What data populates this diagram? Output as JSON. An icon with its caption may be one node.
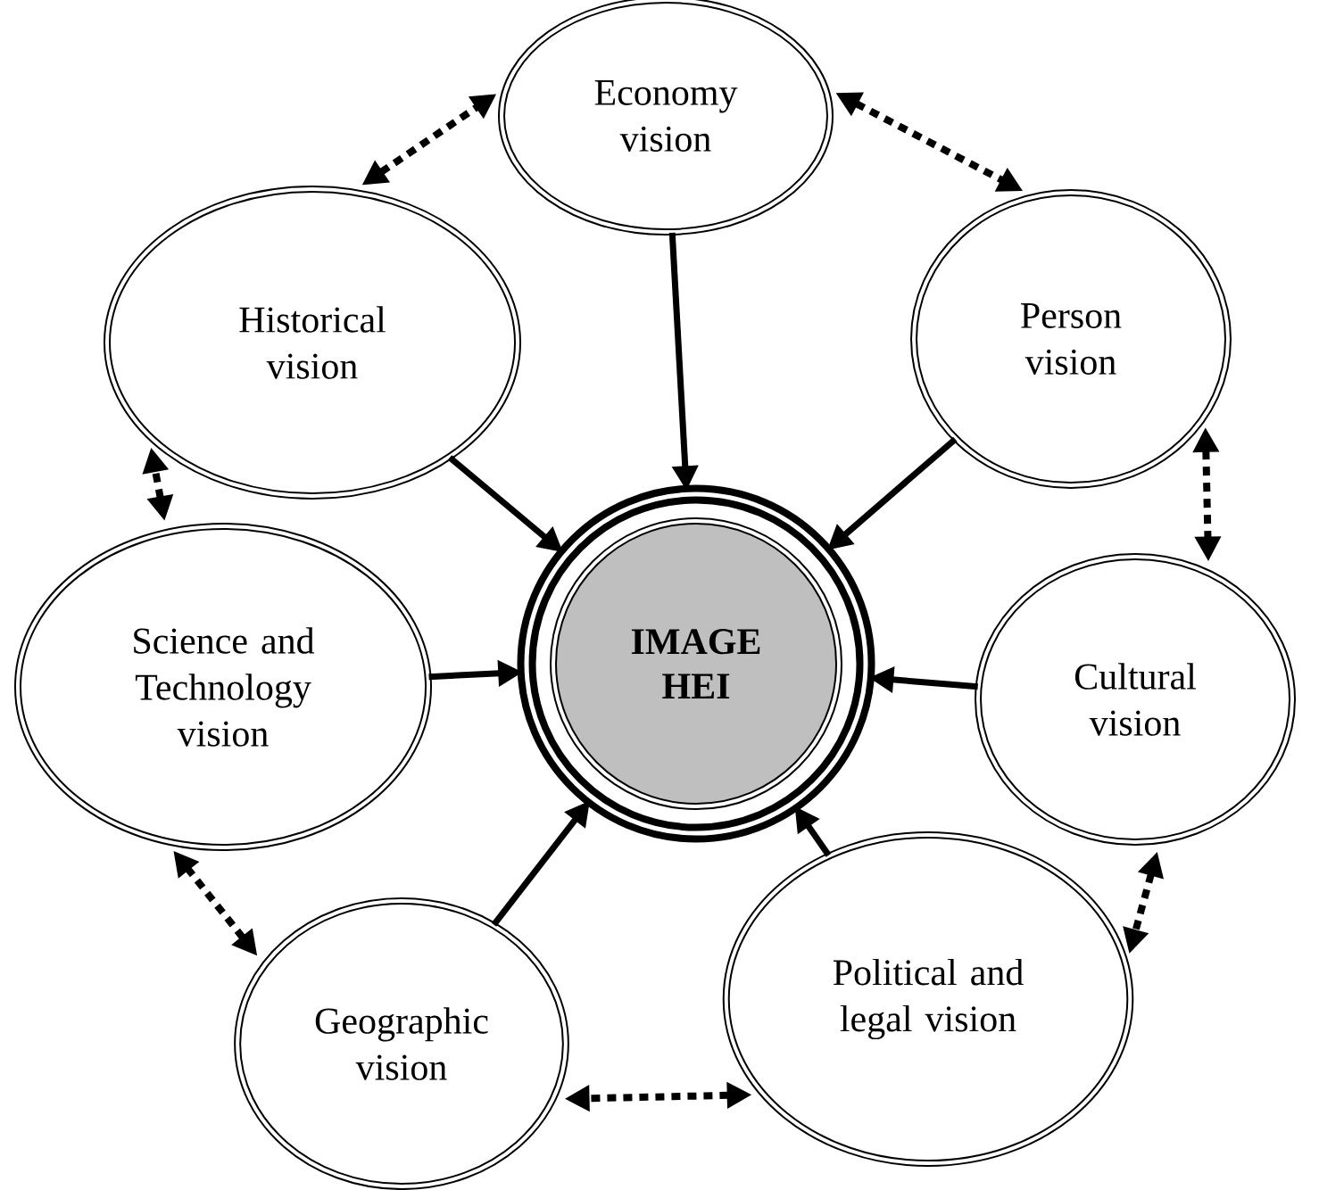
{
  "diagram": {
    "nodes": [
      {
        "text": [
          "IMAGE HEI"
        ]
      },
      {
        "text": [
          "Economy vision"
        ]
      },
      {
        "text": [
          "Person vision"
        ]
      },
      {
        "text": [
          "Cultural vision"
        ]
      },
      {
        "text": [
          "Political and legal vision"
        ]
      },
      {
        "text": [
          "Geographic vision"
        ]
      },
      {
        "text": [
          "Science and Technology vision"
        ]
      },
      {
        "text": [
          "Historical vision"
        ]
      }
    ],
    "edges": [
      {
        "from": 1,
        "to": 0,
        "arrow": "to"
      },
      {
        "from": 2,
        "to": 0,
        "arrow": "to"
      },
      {
        "from": 3,
        "to": 0,
        "arrow": "to"
      },
      {
        "from": 4,
        "to": 0,
        "arrow": "to"
      },
      {
        "from": 5,
        "to": 0,
        "arrow": "to"
      },
      {
        "from": 6,
        "to": 0,
        "arrow": "to"
      },
      {
        "from": 7,
        "to": 0,
        "arrow": "to"
      },
      {
        "from": 7,
        "to": 1,
        "arrow": "both",
        "style": "dashed"
      },
      {
        "from": 1,
        "to": 2,
        "arrow": "both",
        "style": "dashed"
      },
      {
        "from": 2,
        "to": 3,
        "arrow": "both",
        "style": "dashed"
      },
      {
        "from": 3,
        "to": 4,
        "arrow": "both",
        "style": "dashed"
      },
      {
        "from": 4,
        "to": 5,
        "arrow": "both",
        "style": "dashed"
      },
      {
        "from": 5,
        "to": 6,
        "arrow": "both",
        "style": "dashed"
      },
      {
        "from": 6,
        "to": 7,
        "arrow": "both",
        "style": "dashed"
      }
    ]
  }
}
